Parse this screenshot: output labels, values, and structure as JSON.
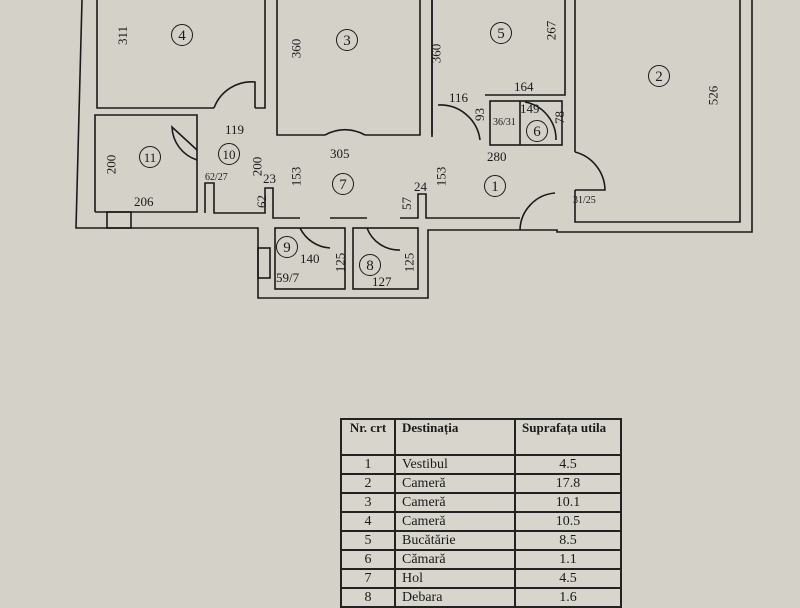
{
  "plan": {
    "rooms": [
      "1",
      "2",
      "3",
      "4",
      "5",
      "6",
      "7",
      "8",
      "9",
      "10",
      "11"
    ],
    "dimensions": {
      "r4_h": "311",
      "r3_h": "360",
      "r5_w": "360",
      "r5_h": "267",
      "r2_h": "526",
      "r5_bottom": "164",
      "door_116": "116",
      "d93": "93",
      "d149": "149",
      "d36_31": "36/31",
      "d78": "78",
      "d280": "280",
      "d119": "119",
      "d305": "305",
      "d200_10": "200",
      "d153_7": "153",
      "d153_1": "153",
      "d24": "24",
      "d57": "57",
      "d23": "23",
      "d62": "62",
      "d62_27": "62/27",
      "d200_11": "200",
      "d206": "206",
      "d31_25": "31/25",
      "d140": "140",
      "d125_9": "125",
      "d59_7": "59/7",
      "d125_8": "125",
      "d127": "127"
    }
  },
  "table": {
    "headers": [
      "Nr. crt",
      "Destinația",
      "Suprafața utila"
    ],
    "rows": [
      [
        "1",
        "Vestibul",
        "4.5"
      ],
      [
        "2",
        "Cameră",
        "17.8"
      ],
      [
        "3",
        "Cameră",
        "10.1"
      ],
      [
        "4",
        "Cameră",
        "10.5"
      ],
      [
        "5",
        "Bucătărie",
        "8.5"
      ],
      [
        "6",
        "Cămară",
        "1.1"
      ],
      [
        "7",
        "Hol",
        "4.5"
      ],
      [
        "8",
        "Debara",
        "1.6"
      ]
    ]
  }
}
